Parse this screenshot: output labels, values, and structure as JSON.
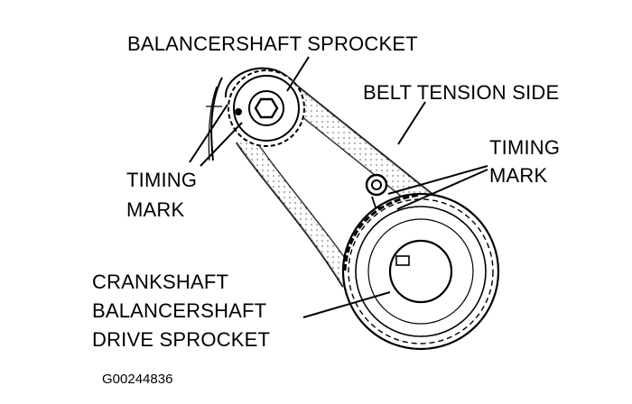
{
  "diagram": {
    "labels": {
      "balancershaft_sprocket": "BALANCERSHAFT SPROCKET",
      "belt_tension_side": "BELT TENSION SIDE",
      "timing_mark_left_line1": "TIMING",
      "timing_mark_left_line2": "MARK",
      "timing_mark_right_line1": "TIMING",
      "timing_mark_right_line2": "MARK",
      "drive_sprocket_line1": "CRANKSHAFT",
      "drive_sprocket_line2": "BALANCERSHAFT",
      "drive_sprocket_line3": "DRIVE SPROCKET"
    },
    "figure_code": "G00244836",
    "colors": {
      "ink": "#000000",
      "background": "#ffffff"
    }
  }
}
